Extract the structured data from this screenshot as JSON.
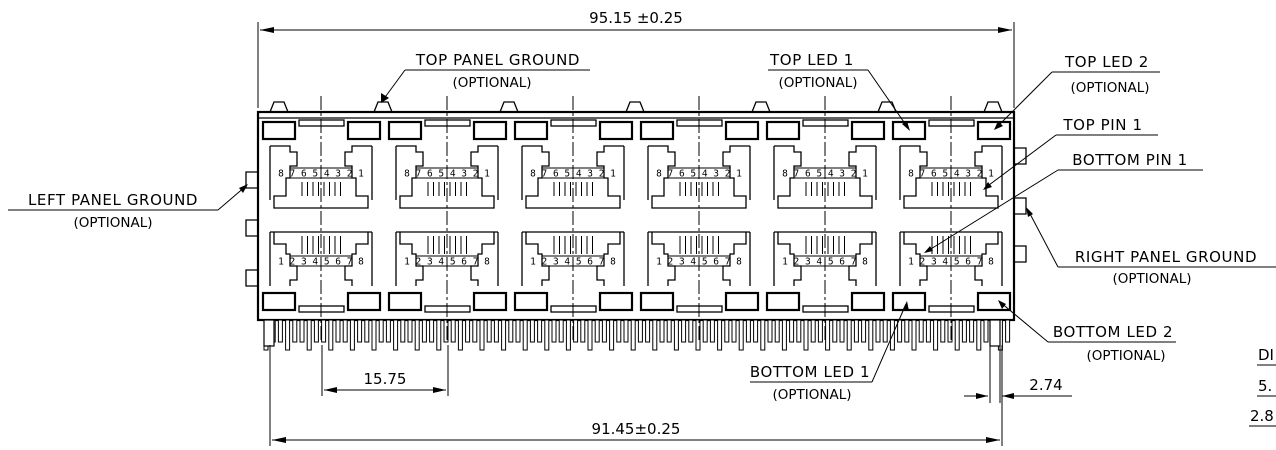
{
  "dimensions": {
    "overall_width": "95.15 ±0.25",
    "port_pitch": "15.75",
    "pin_spacing": "91.45±0.25",
    "led_pin_width": "2.74"
  },
  "labels": {
    "top_panel_ground": "TOP PANEL GROUND",
    "top_led_1": "TOP LED 1",
    "top_led_2": "TOP LED 2",
    "top_pin_1": "TOP PIN 1",
    "bottom_pin_1": "BOTTOM PIN 1",
    "left_panel_ground": "LEFT PANEL GROUND",
    "right_panel_ground": "RIGHT PANEL GROUND",
    "bottom_led_1": "BOTTOM LED 1",
    "bottom_led_2": "BOTTOM LED 2",
    "optional": "(OPTIONAL)"
  },
  "pin_numbers": {
    "top_row": "8 7 6 5 4 3 2 1",
    "bottom_row": "1 2 3 4 5 6 7 8"
  },
  "table_fragment": {
    "header": "DI",
    "row1": "5.",
    "row2": "2.8"
  },
  "port_count_per_row": 6
}
